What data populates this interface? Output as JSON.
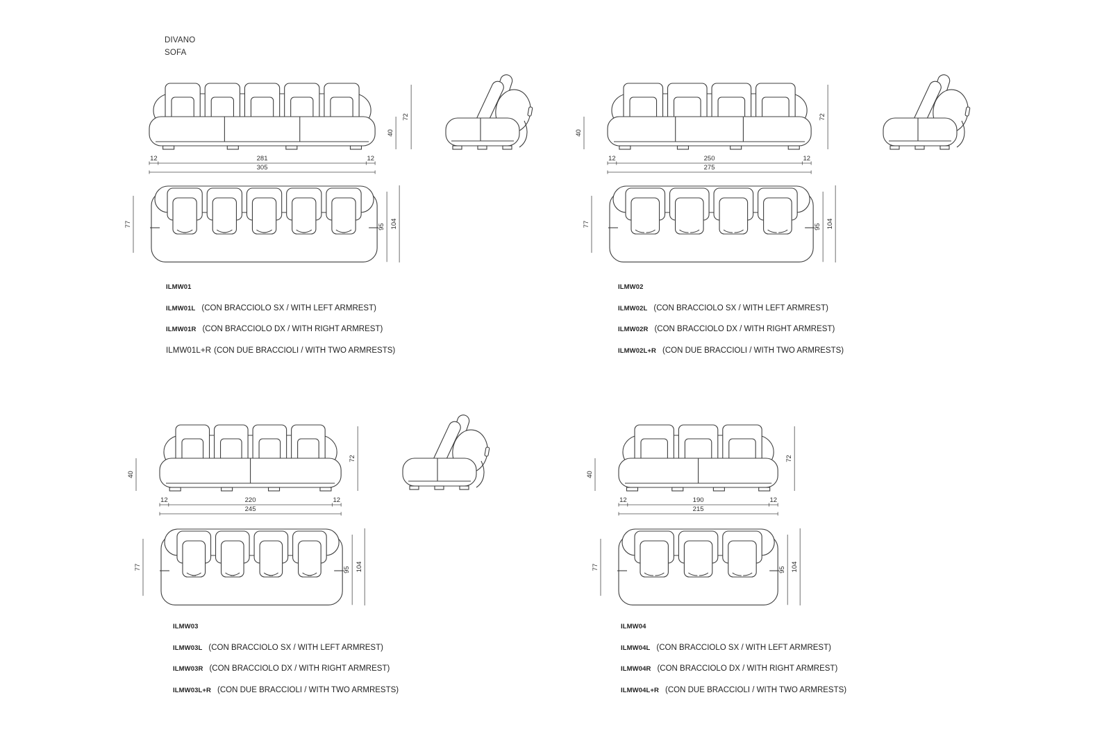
{
  "title": {
    "line1": "DIVANO",
    "line2": "SOFA"
  },
  "colors": {
    "line": "#3d3d3d",
    "dim_line": "#4a4a4a",
    "text": "#2e2e2e",
    "background": "#ffffff"
  },
  "variants": [
    {
      "code": "ILMW01",
      "front_view": {
        "cushions": 5,
        "seat_sections": 3,
        "side_margin_left": "12",
        "inner_width": "281",
        "side_margin_right": "12",
        "total_width": "305",
        "seat_height": "40",
        "total_height": "72"
      },
      "plan_view": {
        "seat_depth": "77",
        "body_depth": "95",
        "total_depth": "104"
      },
      "has_side_view": true,
      "labels": [
        {
          "code": "ILMW01",
          "desc": "",
          "bold": true
        },
        {
          "code": "ILMW01L",
          "desc": "(CON BRACCIOLO SX / WITH LEFT ARMREST)",
          "bold": true
        },
        {
          "code": "ILMW01R",
          "desc": "(CON BRACCIOLO DX / WITH RIGHT ARMREST)",
          "bold": true
        },
        {
          "code": "ILMW01L+R",
          "desc": "(CON DUE BRACCIOLI / WITH TWO ARMRESTS)",
          "bold": false
        }
      ]
    },
    {
      "code": "ILMW02",
      "front_view": {
        "cushions": 4,
        "seat_sections": 3,
        "side_margin_left": "12",
        "inner_width": "250",
        "side_margin_right": "12",
        "total_width": "275",
        "seat_height": "40",
        "total_height": "72"
      },
      "plan_view": {
        "seat_depth": "77",
        "body_depth": "95",
        "total_depth": "104"
      },
      "has_side_view": true,
      "labels": [
        {
          "code": "ILMW02",
          "desc": "",
          "bold": true
        },
        {
          "code": "ILMW02L",
          "desc": "(CON BRACCIOLO SX / WITH LEFT ARMREST)",
          "bold": true
        },
        {
          "code": "ILMW02R",
          "desc": "(CON BRACCIOLO DX / WITH RIGHT ARMREST)",
          "bold": true
        },
        {
          "code": "ILMW02L+R",
          "desc": "(CON DUE BRACCIOLI / WITH TWO ARMRESTS)",
          "bold": true
        }
      ]
    },
    {
      "code": "ILMW03",
      "front_view": {
        "cushions": 4,
        "seat_sections": 2,
        "side_margin_left": "12",
        "inner_width": "220",
        "side_margin_right": "12",
        "total_width": "245",
        "seat_height": "40",
        "total_height": "72"
      },
      "plan_view": {
        "seat_depth": "77",
        "body_depth": "95",
        "total_depth": "104"
      },
      "has_side_view": true,
      "labels": [
        {
          "code": "ILMW03",
          "desc": "",
          "bold": true
        },
        {
          "code": "ILMW03L",
          "desc": "(CON BRACCIOLO SX / WITH LEFT ARMREST)",
          "bold": true
        },
        {
          "code": "ILMW03R",
          "desc": "(CON BRACCIOLO DX / WITH RIGHT ARMREST)",
          "bold": true
        },
        {
          "code": "ILMW03L+R",
          "desc": "(CON DUE BRACCIOLI / WITH TWO ARMRESTS)",
          "bold": true
        }
      ]
    },
    {
      "code": "ILMW04",
      "front_view": {
        "cushions": 3,
        "seat_sections": 2,
        "side_margin_left": "12",
        "inner_width": "190",
        "side_margin_right": "12",
        "total_width": "215",
        "seat_height": "40",
        "total_height": "72"
      },
      "plan_view": {
        "seat_depth": "77",
        "body_depth": "95",
        "total_depth": "104"
      },
      "has_side_view": false,
      "labels": [
        {
          "code": "ILMW04",
          "desc": "",
          "bold": true
        },
        {
          "code": "ILMW04L",
          "desc": "(CON BRACCIOLO SX / WITH LEFT ARMREST)",
          "bold": true
        },
        {
          "code": "ILMW04R",
          "desc": "(CON BRACCIOLO DX / WITH RIGHT ARMREST)",
          "bold": true
        },
        {
          "code": "ILMW04L+R",
          "desc": "(CON DUE BRACCIOLI / WITH TWO ARMRESTS)",
          "bold": true
        }
      ]
    }
  ]
}
